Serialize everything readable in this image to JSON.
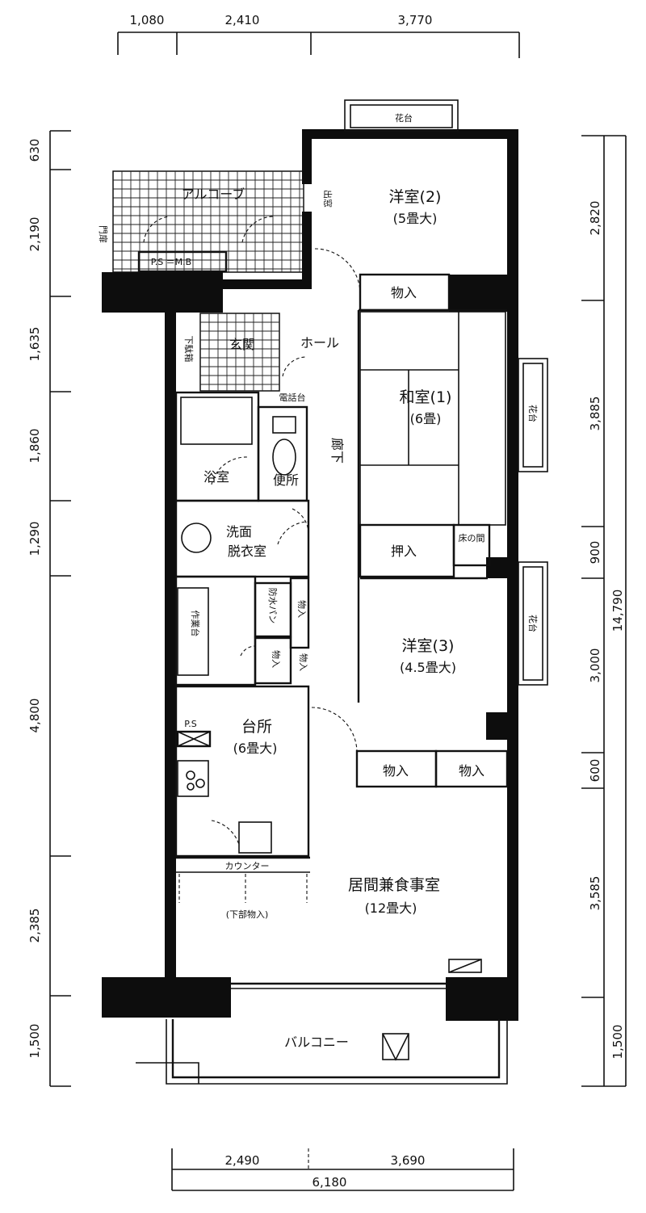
{
  "dimensions": {
    "top": [
      "1,080",
      "2,410",
      "3,770"
    ],
    "left": [
      "630",
      "2,190",
      "1,635",
      "1,860",
      "1,290",
      "4,800",
      "2,385",
      "1,500"
    ],
    "right": [
      "2,820",
      "3,885",
      "900",
      "3,000",
      "600",
      "3,585",
      "1,500"
    ],
    "right_total": "14,790",
    "bottom": [
      "2,490",
      "3,690"
    ],
    "bottom_total": "6,180"
  },
  "rooms": {
    "western2": {
      "name": "洋室(2)",
      "size": "(5畳大)"
    },
    "storage_w2": "物入",
    "japanese1": {
      "name": "和室(1)",
      "size": "(6畳)"
    },
    "oshiire": "押入",
    "tokonoma": "床の間",
    "western3": {
      "name": "洋室(3)",
      "size": "(4.5畳大)"
    },
    "storage_w3a": "物入",
    "storage_w3b": "物入",
    "living": {
      "name": "居間兼食事室",
      "size": "(12畳大)"
    },
    "kitchen": {
      "name": "台所",
      "size": "(6畳大)"
    },
    "counter": "カウンター",
    "under_storage": "(下部物入)",
    "balcony": "バルコニー",
    "alcove": "アルコーブ",
    "gate": "門扉",
    "ps_mb": "P.S ＝M.B",
    "entrance": "玄関",
    "shoebox": "下駄箱",
    "hall": "ホール",
    "corridor": "廊下",
    "meter": "電話台",
    "bath": "浴室",
    "toilet": "便所",
    "washroom_1": "洗面",
    "washroom_2": "脱衣室",
    "workbench": "作業台",
    "appliance": "防水パン",
    "storage_k1": "物入",
    "storage_k2": "物入",
    "storage_k3": "物入",
    "ps": "P.S",
    "flower_top": "花台",
    "flower_r1": "花台",
    "flower_r2": "花台",
    "bay": "出窓"
  }
}
